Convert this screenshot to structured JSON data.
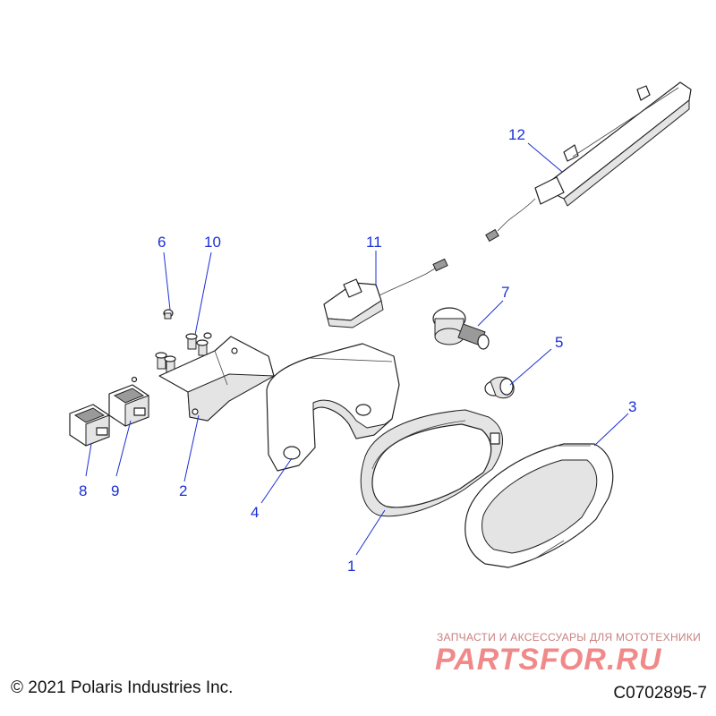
{
  "callouts": [
    "1",
    "2",
    "3",
    "4",
    "5",
    "6",
    "7",
    "8",
    "9",
    "10",
    "11",
    "12"
  ],
  "copyright": "© 2021 Polaris Industries Inc.",
  "diagram_id": "C0702895-7",
  "watermark_tagline": "ЗАПЧАСТИ И АКСЕССУАРЫ ДЛЯ МОТОТЕХНИКИ",
  "watermark_logo": "PARTSFOR.RU",
  "colors": {
    "callout": "#1a2fd6",
    "watermark": "#f08a8a",
    "line_art": "#222222"
  }
}
